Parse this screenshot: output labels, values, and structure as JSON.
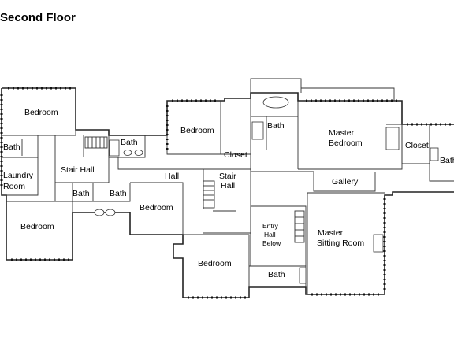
{
  "title": "Second Floor",
  "rooms": {
    "bedroom_nw": "Bedroom",
    "bath_w": "Bath",
    "laundry_line1": "Laundry",
    "laundry_line2": "Room",
    "stair_hall_w": "Stair Hall",
    "bath_sw1": "Bath",
    "bath_sw2": "Bath",
    "bath_c": "Bath",
    "bedroom_sw": "Bedroom",
    "bedroom_c": "Bedroom",
    "hall": "Hall",
    "bedroom_n": "Bedroom",
    "closet_c": "Closet",
    "stair_hall_c_line1": "Stair",
    "stair_hall_c_line2": "Hall",
    "bath_master": "Bath",
    "master_bedroom_line1": "Master",
    "master_bedroom_line2": "Bedroom",
    "closet_e": "Closet",
    "bath_e": "Bath",
    "gallery": "Gallery",
    "entry_line1": "Entry",
    "entry_line2": "Hall",
    "entry_line3": "Below",
    "master_sitting_line1": "Master",
    "master_sitting_line2": "Sitting Room",
    "bedroom_s": "Bedroom",
    "bath_s": "Bath"
  }
}
